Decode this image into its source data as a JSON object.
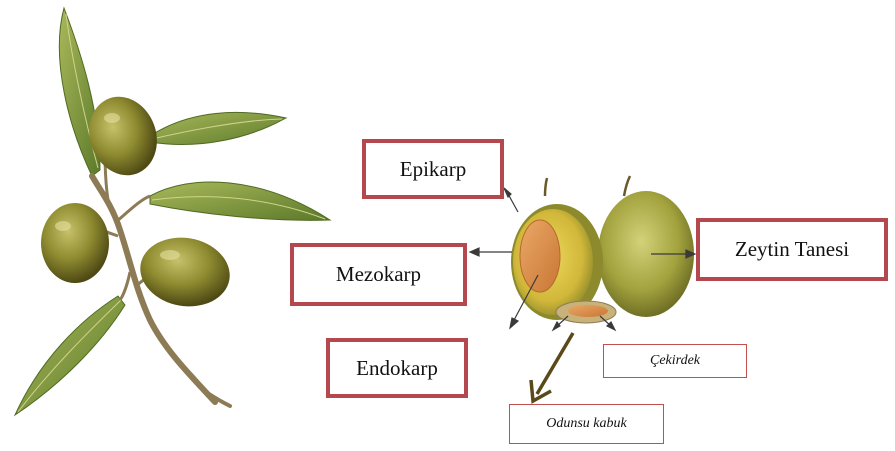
{
  "labels": {
    "epikarp": "Epikarp",
    "mezokarp": "Mezokarp",
    "endokarp": "Endokarp",
    "zeytin_tanesi": "Zeytin Tanesi",
    "cekirdek": "Çekirdek",
    "odunsu_kabuk": "Odunsu kabuk"
  },
  "colors": {
    "box_border": "#b5474f",
    "olive_fruit": "#8a8a2e",
    "olive_flesh": "#d9c24a",
    "seed": "#d6894a",
    "leaf": "#7c9a3a",
    "stem": "#8c7b55",
    "arrow": "#3a3a3a",
    "big_arrow": "#5a4a1a"
  },
  "illustration": {
    "branch_icon": "olive-branch-illustration",
    "cut_fruit_icon": "olive-cross-section-illustration"
  }
}
